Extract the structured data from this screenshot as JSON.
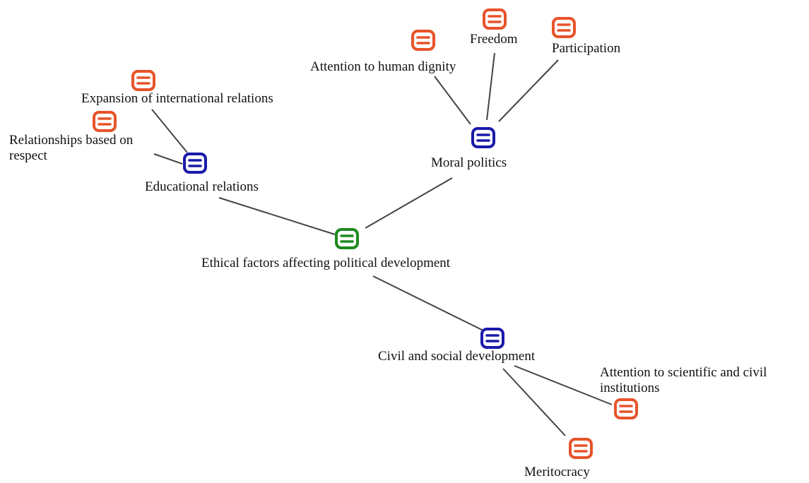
{
  "colors": {
    "root": "#1e8a1e",
    "branch": "#1a1aaa",
    "leaf": "#e8532a",
    "edge": "#444444"
  },
  "nodes": {
    "root": {
      "label": "Ethical factors affecting political development",
      "level": "root",
      "icon": "list-icon"
    },
    "moral_politics": {
      "label": "Moral politics",
      "level": "branch",
      "icon": "list-icon"
    },
    "educational_relations": {
      "label": "Educational relations",
      "level": "branch",
      "icon": "list-icon"
    },
    "civil_social_development": {
      "label": "Civil and social development",
      "level": "branch",
      "icon": "list-icon"
    },
    "freedom": {
      "label": "Freedom",
      "level": "leaf",
      "icon": "list-icon"
    },
    "participation": {
      "label": "Participation",
      "level": "leaf",
      "icon": "list-icon"
    },
    "human_dignity": {
      "label": "Attention to human dignity",
      "level": "leaf",
      "icon": "list-icon"
    },
    "international_relations": {
      "label": "Expansion of international relations",
      "level": "leaf",
      "icon": "list-icon"
    },
    "respect": {
      "label": "Relationships based on respect",
      "level": "leaf",
      "icon": "list-icon"
    },
    "scientific_institutions": {
      "label": "Attention to scientific and civil institutions",
      "level": "leaf",
      "icon": "list-icon"
    },
    "meritocracy": {
      "label": "Meritocracy",
      "level": "leaf",
      "icon": "list-icon"
    }
  },
  "edges": [
    [
      "root",
      "moral_politics"
    ],
    [
      "root",
      "educational_relations"
    ],
    [
      "root",
      "civil_social_development"
    ],
    [
      "moral_politics",
      "freedom"
    ],
    [
      "moral_politics",
      "participation"
    ],
    [
      "moral_politics",
      "human_dignity"
    ],
    [
      "educational_relations",
      "international_relations"
    ],
    [
      "educational_relations",
      "respect"
    ],
    [
      "civil_social_development",
      "scientific_institutions"
    ],
    [
      "civil_social_development",
      "meritocracy"
    ]
  ]
}
